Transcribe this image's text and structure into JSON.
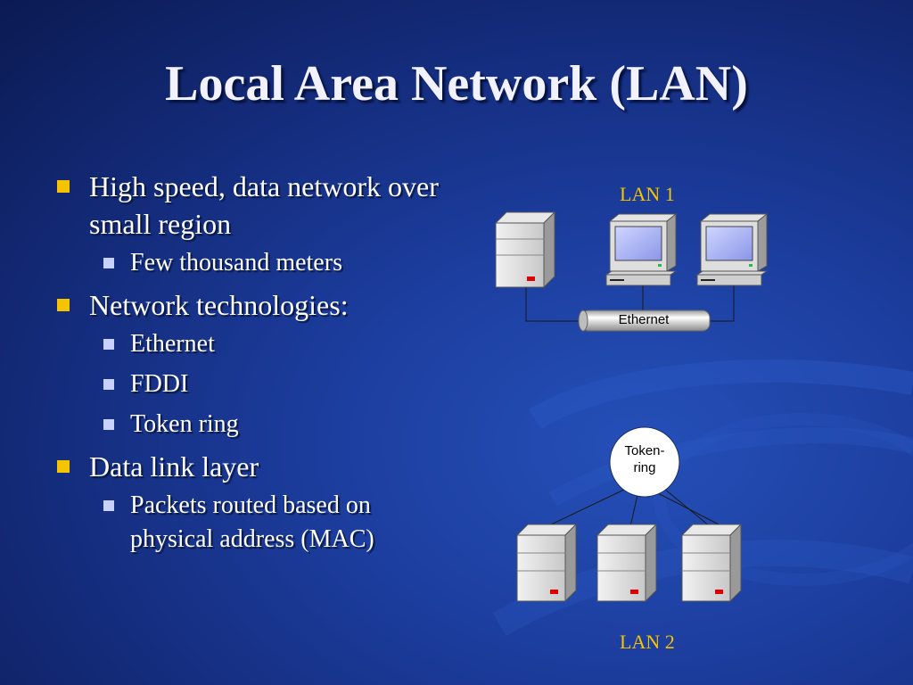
{
  "slide": {
    "title": "Local Area Network (LAN)",
    "bullets": [
      {
        "text": "High speed, data network over small region",
        "subs": [
          "Few thousand meters"
        ]
      },
      {
        "text": "Network technologies:",
        "subs": [
          "Ethernet",
          "FDDI",
          "Token ring"
        ]
      },
      {
        "text": "Data link layer",
        "subs": [
          "Packets routed based on physical address (MAC)"
        ]
      }
    ]
  },
  "diagram": {
    "lan1_label": "LAN 1",
    "lan2_label": "LAN 2",
    "ethernet_label": "Ethernet",
    "token_ring_label_1": "Token-",
    "token_ring_label_2": "ring",
    "devices": [
      "server-icon",
      "desktop-computer-icon",
      "desktop-computer-icon",
      "server-icon",
      "server-icon",
      "server-icon"
    ]
  },
  "colors": {
    "background_dark": "#0b1a52",
    "background_mid": "#1c3d9e",
    "title_text": "#f2f2ff",
    "bullet_l1": "#f5c400",
    "bullet_l2": "#c9d2ff",
    "lan_label": "#f5c400"
  }
}
